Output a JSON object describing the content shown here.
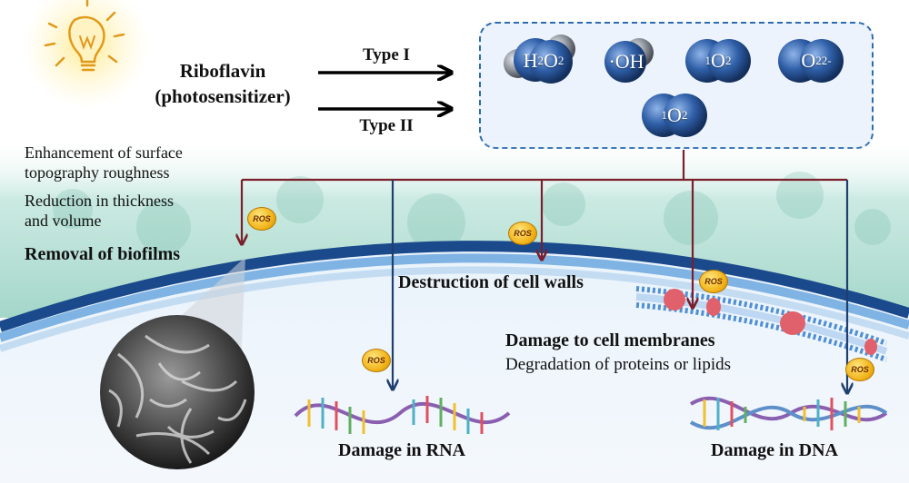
{
  "photosensitizer": {
    "name": "Riboflavin",
    "role": "(photosensitizer)"
  },
  "pathways": {
    "type1": "Type I",
    "type2": "Type II"
  },
  "ros_species": [
    {
      "main": "H",
      "sub1": "2",
      "mid": "O",
      "sub2": "2"
    },
    {
      "main": "·OH"
    },
    {
      "sup": "1",
      "main": "O",
      "sub": "2"
    },
    {
      "main": "O",
      "sub": "2",
      "sup": "2-"
    },
    {
      "sup": "1",
      "main": "O",
      "sub": "2"
    }
  ],
  "ros_badge": "ROS",
  "effects": {
    "roughness": [
      "Enhancement of surface",
      "topography roughness"
    ],
    "thickness": [
      "Reduction in thickness",
      "and volume"
    ],
    "biofilm": "Removal of biofilms",
    "cell_wall": "Destruction of cell walls",
    "membrane": "Damage to cell membranes",
    "membrane_detail": "Degradation of proteins or lipids",
    "rna": "Damage in RNA",
    "dna": "Damage in DNA"
  },
  "colors": {
    "arrow": "#7a1f2b",
    "down_arrow": "#1f3f6e",
    "box_border": "#2d6bb0",
    "badge": "#f2b51b"
  },
  "icons": [
    "light-bulb-icon"
  ]
}
